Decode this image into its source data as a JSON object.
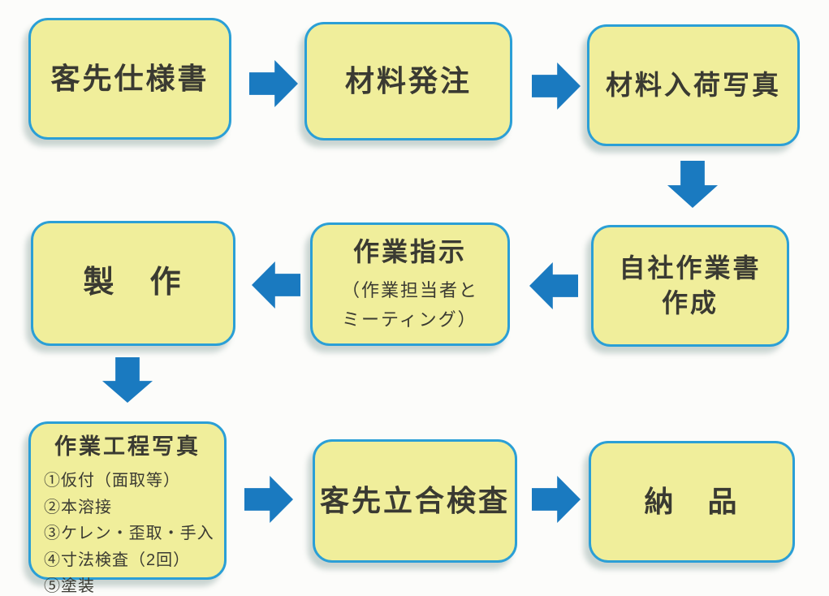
{
  "colors": {
    "background": "#fcfcfa",
    "box_fill": "#f0ee9b",
    "box_border": "#2b9fd6",
    "arrow": "#1a7ac0",
    "text": "#3a3a32"
  },
  "nodes": {
    "customer_spec": {
      "title": "客先仕様書"
    },
    "material_order": {
      "title": "材料発注"
    },
    "material_arrival": {
      "title": "材料入荷写真"
    },
    "internal_worksheet": {
      "title_line1": "自社作業書",
      "title_line2": "作成"
    },
    "work_instruction": {
      "title": "作業指示",
      "subtitle_line1": "（作業担当者と",
      "subtitle_line2": "ミーティング）"
    },
    "fabrication": {
      "title": "製　作"
    },
    "process_photos": {
      "title": "作業工程写真",
      "steps": [
        "①仮付（面取等）",
        "②本溶接",
        "③ケレン・歪取・手入",
        "④寸法検査（2回）",
        "⑤塗装"
      ]
    },
    "customer_inspect": {
      "title": "客先立合検査"
    },
    "delivery": {
      "title": "納　品"
    }
  }
}
